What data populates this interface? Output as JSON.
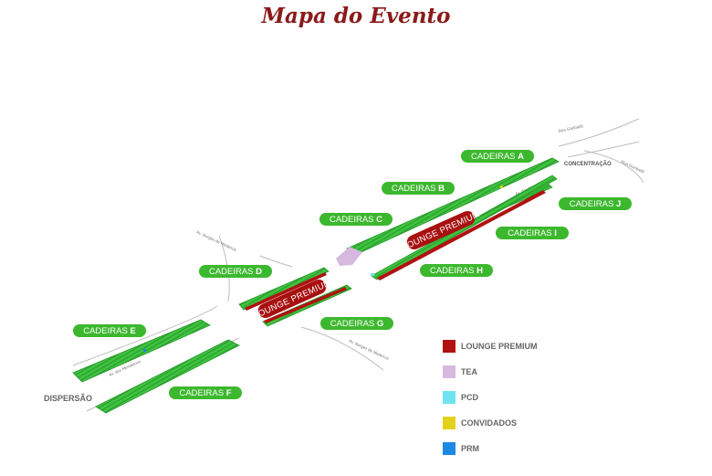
{
  "title": "Mapa do Evento",
  "labels": {
    "cadeiras": "CADEIRAS",
    "lounge": "LOUNGE PREMIUM",
    "concentracao": "CONCENTRAÇÃO",
    "dispersao": "DISPERSÃO"
  },
  "sections": {
    "a": "A",
    "b": "B",
    "c": "C",
    "d": "D",
    "e": "E",
    "f": "F",
    "g": "G",
    "h": "H",
    "i": "I",
    "j": "J"
  },
  "streets": {
    "garibaldi_1": "Rua Garibaldi",
    "garibaldi_2": "Rua Garibaldi",
    "meridianos_1": "Av. dos Meridianos",
    "meridianos_2": "Av. dos Meridianos",
    "borges_1": "Av. Borges de Medeiros",
    "borges_2": "Av. Borges de Medeiros"
  },
  "legend": [
    {
      "label": "LOUNGE PREMIUM",
      "color": "#b01212"
    },
    {
      "label": "TEA",
      "color": "#d7b9e0"
    },
    {
      "label": "PCD",
      "color": "#6fe3f2"
    },
    {
      "label": "CONVIDADOS",
      "color": "#e3d21b"
    },
    {
      "label": "PRM",
      "color": "#1e88e5"
    }
  ],
  "colors": {
    "stand": "#3fc33f",
    "stand_dark": "#26962a",
    "pill": "#3cb82e",
    "lounge": "#a81010",
    "title": "#8b1a1a"
  }
}
